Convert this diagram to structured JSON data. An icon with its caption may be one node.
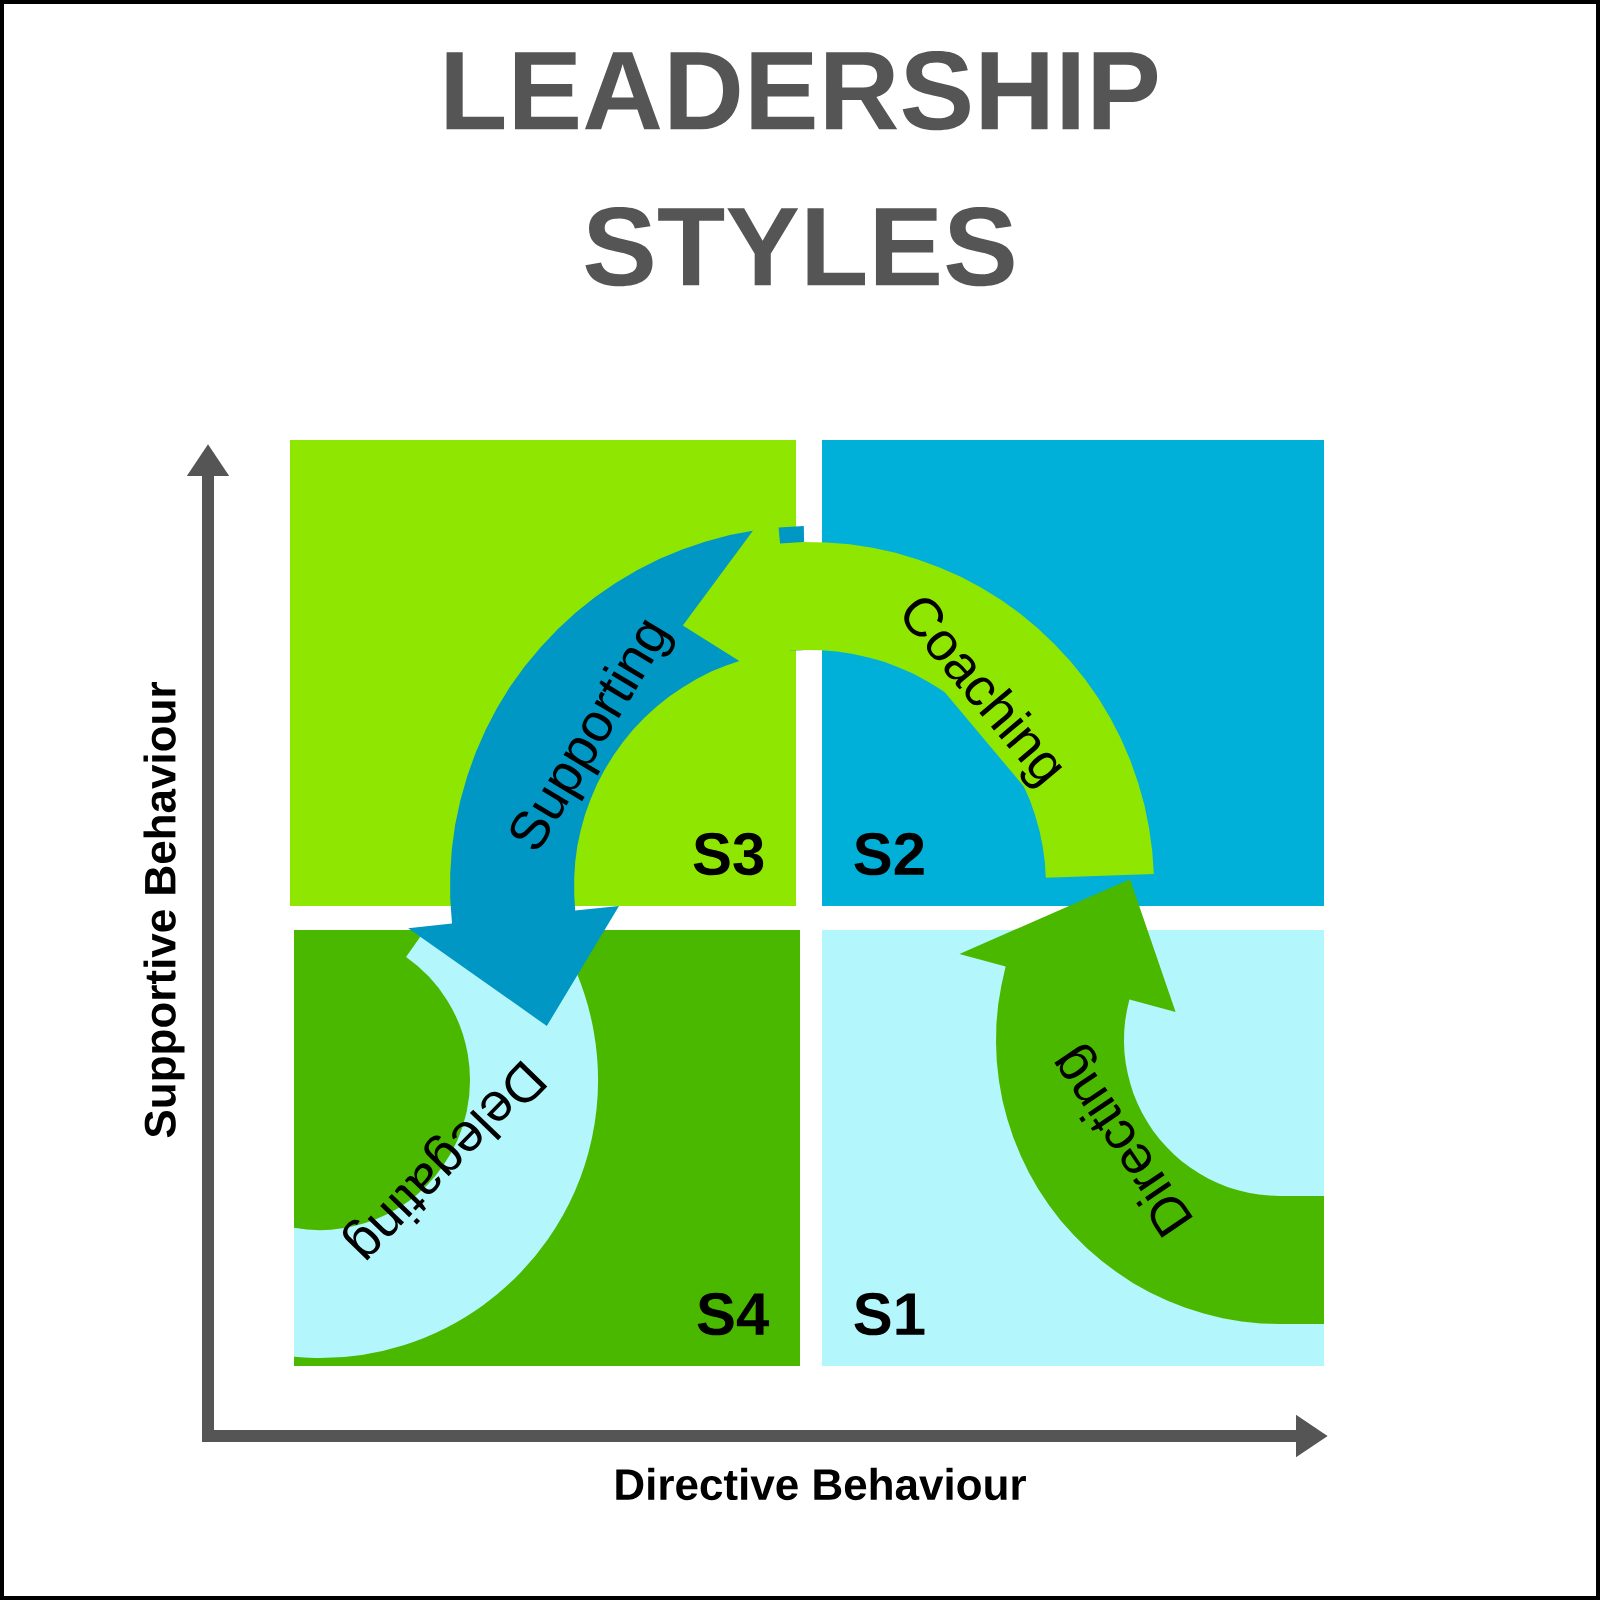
{
  "diagram": {
    "title": "LEADERSHIP STYLES",
    "nodes": [
      {
        "text": [
          "S3"
        ]
      },
      {
        "text": [
          "S2"
        ]
      },
      {
        "text": [
          "S4"
        ]
      },
      {
        "text": [
          "S1"
        ]
      }
    ],
    "edges": [
      {
        "from": 3,
        "to": 1,
        "arrow": "to",
        "label": "Directing",
        "color": "#4bb800"
      },
      {
        "from": 1,
        "to": 0,
        "arrow": "to",
        "label": "Coaching",
        "color": "#8fe600"
      },
      {
        "from": 0,
        "to": 2,
        "arrow": "to",
        "label": "Supporting",
        "color": "#0097c4"
      }
    ],
    "labels": [
      "Delegating",
      "Supportive Behaviour",
      "Directive Behaviour"
    ]
  }
}
